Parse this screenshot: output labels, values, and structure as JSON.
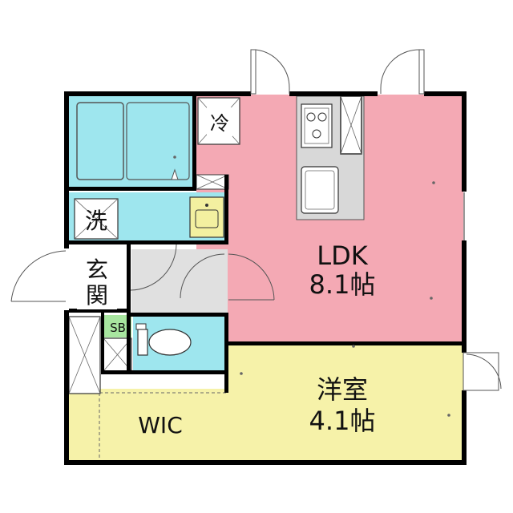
{
  "rooms": {
    "ldk": {
      "name": "LDK",
      "size": "8.1帖",
      "color": "#F4A9B4"
    },
    "bedroom": {
      "name": "洋室",
      "size": "4.1帖",
      "color": "#F6F2A9"
    },
    "wic": {
      "name": "WIC",
      "color": "#F6F2A9"
    },
    "bath": {
      "color": "#9EE6EE"
    },
    "washroom": {
      "name": "洗",
      "color": "#9EE6EE"
    },
    "toilet": {
      "color": "#9EE6EE"
    },
    "entrance": {
      "name_line1": "玄",
      "name_line2": "関",
      "color": "#E0E0E0"
    },
    "shoebox": {
      "name": "SB",
      "color": "#A8E6A0"
    },
    "fridge": {
      "name": "冷"
    }
  },
  "colors": {
    "wall": "#000000",
    "kitchen_counter": "#D8D8D8",
    "sink_fixture": "#F3F0A0",
    "door_line": "#555555"
  }
}
